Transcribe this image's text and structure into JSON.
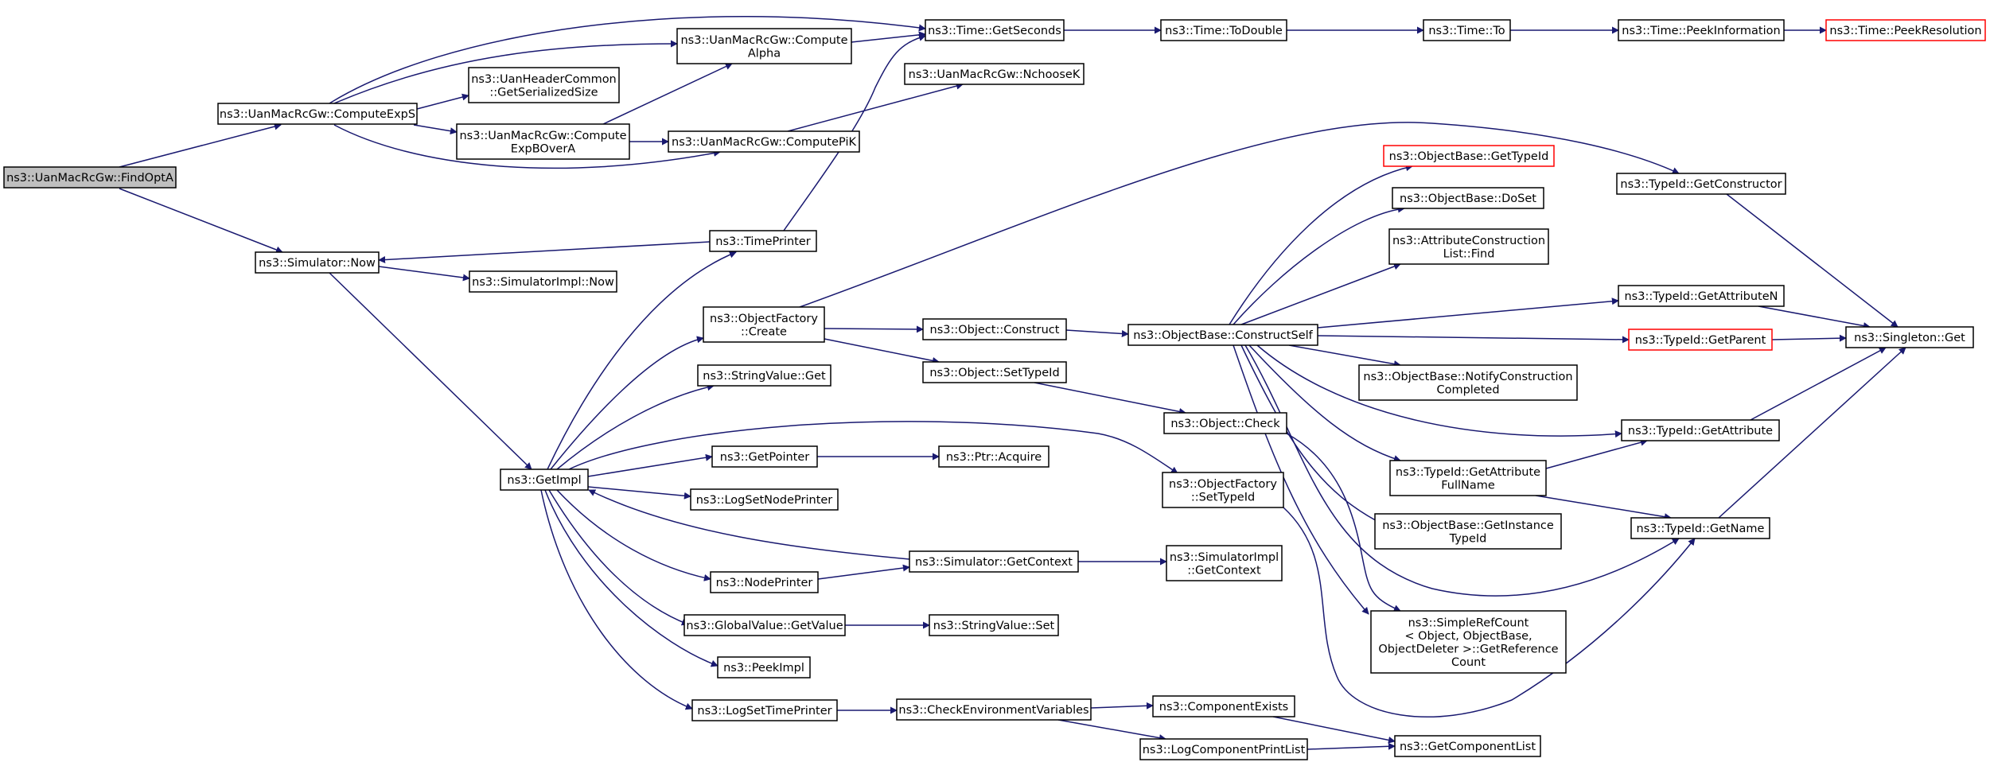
{
  "colors": {
    "edge": "#191970",
    "node_border": "#000000",
    "truncated_node_border": "#ff0000",
    "root_fill": "#bfbfbf",
    "background": "#ffffff"
  },
  "nodes": {
    "findOptA": {
      "lines": [
        "ns3::UanMacRcGw::FindOptA"
      ]
    },
    "computeExpS": {
      "lines": [
        "ns3::UanMacRcGw::ComputeExpS"
      ]
    },
    "simNow": {
      "lines": [
        "ns3::Simulator::Now"
      ]
    },
    "getSeconds": {
      "lines": [
        "ns3::Time::GetSeconds"
      ]
    },
    "computeAlpha": {
      "lines": [
        "ns3::UanMacRcGw::Compute",
        "Alpha"
      ]
    },
    "uanHeader": {
      "lines": [
        "ns3::UanHeaderCommon",
        "::GetSerializedSize"
      ]
    },
    "computeExpBOverA": {
      "lines": [
        "ns3::UanMacRcGw::Compute",
        "ExpBOverA"
      ]
    },
    "computePiK": {
      "lines": [
        "ns3::UanMacRcGw::ComputePiK"
      ]
    },
    "nChooseK": {
      "lines": [
        "ns3::UanMacRcGw::NchooseK"
      ]
    },
    "toDouble": {
      "lines": [
        "ns3::Time::ToDouble"
      ]
    },
    "timeTo": {
      "lines": [
        "ns3::Time::To"
      ]
    },
    "peekInformation": {
      "lines": [
        "ns3::Time::PeekInformation"
      ]
    },
    "peekResolution": {
      "lines": [
        "ns3::Time::PeekResolution"
      ]
    },
    "simImplNow": {
      "lines": [
        "ns3::SimulatorImpl::Now"
      ]
    },
    "getImpl": {
      "lines": [
        "ns3::GetImpl"
      ]
    },
    "timePrinter": {
      "lines": [
        "ns3::TimePrinter"
      ]
    },
    "objFactoryCreate": {
      "lines": [
        "ns3::ObjectFactory",
        "::Create"
      ]
    },
    "stringValueGet": {
      "lines": [
        "ns3::StringValue::Get"
      ]
    },
    "getPointer": {
      "lines": [
        "ns3::GetPointer"
      ]
    },
    "logSetNodePrinter": {
      "lines": [
        "ns3::LogSetNodePrinter"
      ]
    },
    "nodePrinter": {
      "lines": [
        "ns3::NodePrinter"
      ]
    },
    "globalValueGetValue": {
      "lines": [
        "ns3::GlobalValue::GetValue"
      ]
    },
    "peekImpl": {
      "lines": [
        "ns3::PeekImpl"
      ]
    },
    "logSetTimePrinter": {
      "lines": [
        "ns3::LogSetTimePrinter"
      ]
    },
    "objectConstruct": {
      "lines": [
        "ns3::Object::Construct"
      ]
    },
    "objectSetTypeId": {
      "lines": [
        "ns3::Object::SetTypeId"
      ]
    },
    "ptrAcquire": {
      "lines": [
        "ns3::Ptr::Acquire"
      ]
    },
    "simGetContext": {
      "lines": [
        "ns3::Simulator::GetContext"
      ]
    },
    "stringValueSet": {
      "lines": [
        "ns3::StringValue::Set"
      ]
    },
    "checkEnvVars": {
      "lines": [
        "ns3::CheckEnvironmentVariables"
      ]
    },
    "objBaseConstructSelf": {
      "lines": [
        "ns3::ObjectBase::ConstructSelf"
      ]
    },
    "objectCheck": {
      "lines": [
        "ns3::Object::Check"
      ]
    },
    "objFactorySetTypeId": {
      "lines": [
        "ns3::ObjectFactory",
        "::SetTypeId"
      ]
    },
    "simImplGetContext": {
      "lines": [
        "ns3::SimulatorImpl",
        "::GetContext"
      ]
    },
    "componentExists": {
      "lines": [
        "ns3::ComponentExists"
      ]
    },
    "logComponentPrintList": {
      "lines": [
        "ns3::LogComponentPrintList"
      ]
    },
    "objBaseGetTypeId": {
      "lines": [
        "ns3::ObjectBase::GetTypeId"
      ]
    },
    "objBaseDoSet": {
      "lines": [
        "ns3::ObjectBase::DoSet"
      ]
    },
    "attrConstructionListFind": {
      "lines": [
        "ns3::AttributeConstruction",
        "List::Find"
      ]
    },
    "notifyConstructionCompleted": {
      "lines": [
        "ns3::ObjectBase::NotifyConstruction",
        "Completed"
      ]
    },
    "typeIdGetAttributeFullName": {
      "lines": [
        "ns3::TypeId::GetAttribute",
        "FullName"
      ]
    },
    "getInstanceTypeId": {
      "lines": [
        "ns3::ObjectBase::GetInstance",
        "TypeId"
      ]
    },
    "simpleRefCount": {
      "lines": [
        "ns3::SimpleRefCount",
        "< Object, ObjectBase,",
        " ObjectDeleter >::GetReference",
        "Count"
      ]
    },
    "getComponentList": {
      "lines": [
        "ns3::GetComponentList"
      ]
    },
    "typeIdGetConstructor": {
      "lines": [
        "ns3::TypeId::GetConstructor"
      ]
    },
    "typeIdGetAttributeN": {
      "lines": [
        "ns3::TypeId::GetAttributeN"
      ]
    },
    "typeIdGetParent": {
      "lines": [
        "ns3::TypeId::GetParent"
      ]
    },
    "typeIdGetAttribute": {
      "lines": [
        "ns3::TypeId::GetAttribute"
      ]
    },
    "typeIdGetName": {
      "lines": [
        "ns3::TypeId::GetName"
      ]
    },
    "singletonGet": {
      "lines": [
        "ns3::Singleton::Get"
      ]
    }
  }
}
